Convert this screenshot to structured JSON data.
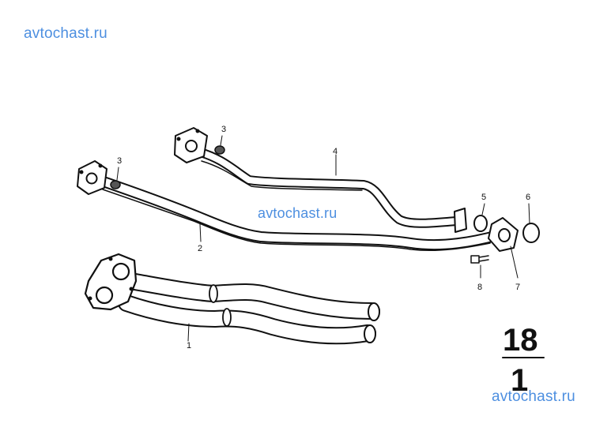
{
  "watermarks": {
    "top": "avtochast.ru",
    "middle": "avtochast.ru",
    "bottom": "avtochast.ru"
  },
  "callouts": {
    "part_1": "1",
    "part_2": "2",
    "part_3a": "3",
    "part_3b": "3",
    "part_4": "4",
    "part_5": "5",
    "part_6": "6",
    "part_7": "7",
    "part_8": "8"
  },
  "group": {
    "main": "18",
    "sub": "1"
  },
  "colors": {
    "ink": "#111111",
    "watermark": "#4d8fe0",
    "background": "#ffffff"
  }
}
